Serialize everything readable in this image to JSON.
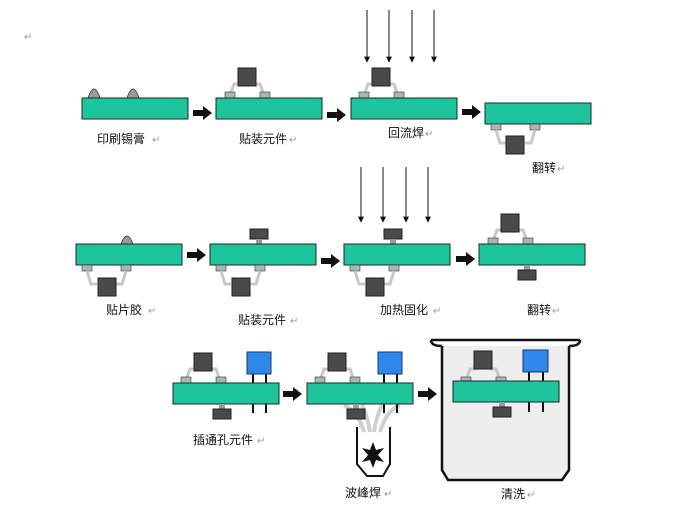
{
  "colors": {
    "board": "#1ec59c",
    "board_stroke": "#1a2a26",
    "chip": "#4a4a4a",
    "pad": "#a9b7b3",
    "leg": "#dcdcdc",
    "through_hole": "#2f87ea",
    "tank_fill": "#eeeeee",
    "arrow": "#111111"
  },
  "marks": {
    "paragraph": "↵"
  },
  "steps": [
    {
      "label": "印刷锡膏"
    },
    {
      "label": "贴装元件"
    },
    {
      "label": "回流焊"
    },
    {
      "label": "翻转"
    },
    {
      "label": "贴片胶"
    },
    {
      "label": "贴装元件"
    },
    {
      "label": "加热固化"
    },
    {
      "label": "翻转"
    },
    {
      "label": "插通孔元件"
    },
    {
      "label": "波峰焊"
    },
    {
      "label": "清洗"
    }
  ]
}
